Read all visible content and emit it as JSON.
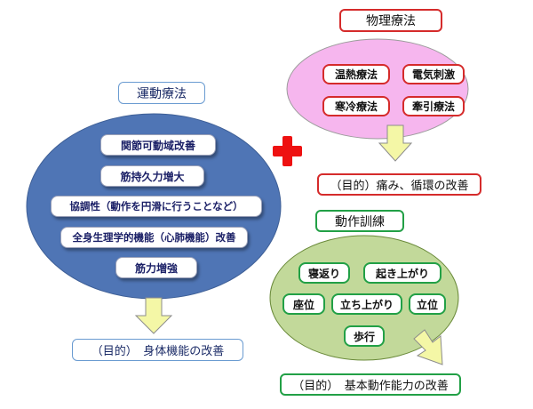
{
  "physio": {
    "title": "物理療法",
    "items": [
      "温熱療法",
      "電気刺激",
      "寒冷療法",
      "牽引療法"
    ],
    "goal": "（目的）痛み、循環の改善"
  },
  "exercise": {
    "title": "運動療法",
    "items": [
      "関節可動域改善",
      "筋持久力増大",
      "協調性（動作を円滑に行うことなど）",
      "全身生理学的機能（心肺機能）改善",
      "筋力増強"
    ],
    "goal": "（目的）　身体機能の改善"
  },
  "training": {
    "title": "動作訓練",
    "items": [
      "寝返り",
      "起き上がり",
      "座位",
      "立ち上がり",
      "立位",
      "歩行"
    ],
    "goal": "（目的）　基本動作能力の改善"
  },
  "colors": {
    "blue_ellipse": "#4f75b5",
    "pink_ellipse": "#f6b6ee",
    "green_ellipse": "#c2d99a",
    "arrow_fill": "#f4f7a6",
    "red_cross": "#ee1111",
    "red_border": "#d52b2b",
    "green_border": "#22a046",
    "blue_border": "#6a9bd1"
  }
}
